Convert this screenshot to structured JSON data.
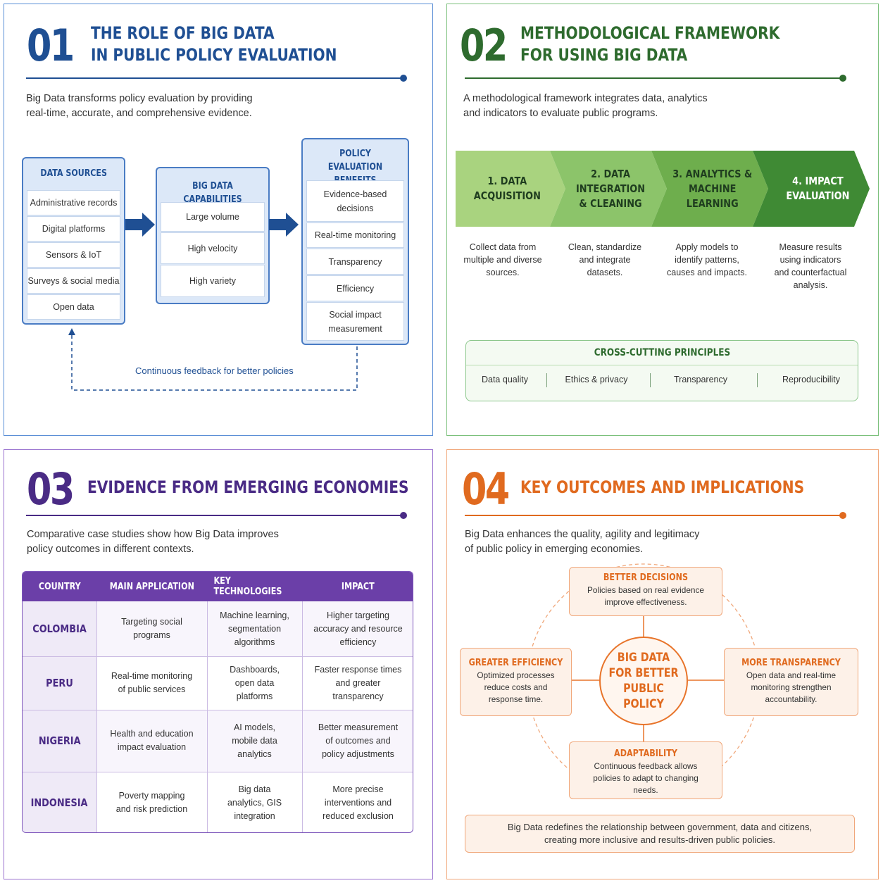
{
  "colors": {
    "blue": "#1f4f93",
    "green": "#2e6b2e",
    "purple": "#4a2b85",
    "orange": "#e06a1f"
  },
  "panel1": {
    "number": "01",
    "title_line1": "THE ROLE OF BIG DATA",
    "title_line2": "IN PUBLIC POLICY EVALUATION",
    "intro_line1": "Big Data transforms policy evaluation by providing",
    "intro_line2": "real-time, accurate, and comprehensive evidence.",
    "sources": {
      "title": "DATA SOURCES",
      "items": [
        "Administrative records",
        "Digital platforms",
        "Sensors & IoT",
        "Surveys & social media",
        "Open data"
      ]
    },
    "capabilities": {
      "title": "BIG DATA CAPABILITIES",
      "items": [
        "Large volume",
        "High velocity",
        "High variety"
      ]
    },
    "benefits": {
      "title_line1": "POLICY EVALUATION",
      "title_line2": "BENEFITS",
      "items": [
        {
          "l1": "Evidence-based",
          "l2": "decisions"
        },
        {
          "l1": "Real-time monitoring",
          "l2": ""
        },
        {
          "l1": "Transparency",
          "l2": ""
        },
        {
          "l1": "Efficiency",
          "l2": ""
        },
        {
          "l1": "Social impact",
          "l2": "measurement"
        }
      ]
    },
    "feedback": "Continuous feedback for better policies"
  },
  "panel2": {
    "number": "02",
    "title_line1": "METHODOLOGICAL FRAMEWORK",
    "title_line2": "FOR USING BIG DATA",
    "intro_line1": "A methodological framework integrates data, analytics",
    "intro_line2": "and indicators to evaluate public programs.",
    "steps": [
      {
        "lines": [
          "1. DATA",
          "ACQUISITION"
        ],
        "desc": [
          "Collect data from",
          "multiple and diverse",
          "sources."
        ]
      },
      {
        "lines": [
          "2. DATA",
          "INTEGRATION",
          "& CLEANING"
        ],
        "desc": [
          "Clean, standardize",
          "and integrate",
          "datasets."
        ]
      },
      {
        "lines": [
          "3. ANALYTICS &",
          "MACHINE",
          "LEARNING"
        ],
        "desc": [
          "Apply models to",
          "identify patterns,",
          "causes and impacts."
        ]
      },
      {
        "lines": [
          "4. IMPACT",
          "EVALUATION"
        ],
        "desc": [
          "Measure results",
          "using indicators",
          "and counterfactual",
          "analysis."
        ]
      }
    ],
    "principles": {
      "title": "CROSS-CUTTING PRINCIPLES",
      "items": [
        "Data quality",
        "Ethics & privacy",
        "Transparency",
        "Reproducibility"
      ]
    }
  },
  "panel3": {
    "number": "03",
    "title": "EVIDENCE FROM EMERGING ECONOMIES",
    "intro_line1": "Comparative case studies show how Big Data improves",
    "intro_line2": "policy outcomes in different contexts.",
    "headers": [
      "COUNTRY",
      "MAIN APPLICATION",
      "KEY TECHNOLOGIES",
      "IMPACT"
    ],
    "rows": [
      {
        "country": "COLOMBIA",
        "app": [
          "Targeting social",
          "programs"
        ],
        "tech": [
          "Machine learning,",
          "segmentation",
          "algorithms"
        ],
        "impact": [
          "Higher targeting",
          "accuracy and resource",
          "efficiency"
        ]
      },
      {
        "country": "PERU",
        "app": [
          "Real-time monitoring",
          "of public services"
        ],
        "tech": [
          "Dashboards,",
          "open data",
          "platforms"
        ],
        "impact": [
          "Faster response times",
          "and greater",
          "transparency"
        ]
      },
      {
        "country": "NIGERIA",
        "app": [
          "Health and education",
          "impact evaluation"
        ],
        "tech": [
          "AI models,",
          "mobile data",
          "analytics"
        ],
        "impact": [
          "Better measurement",
          "of outcomes and",
          "policy adjustments"
        ]
      },
      {
        "country": "INDONESIA",
        "app": [
          "Poverty mapping",
          "and risk prediction"
        ],
        "tech": [
          "Big data",
          "analytics, GIS",
          "integration"
        ],
        "impact": [
          "More precise",
          "interventions and",
          "reduced exclusion"
        ]
      }
    ]
  },
  "panel4": {
    "number": "04",
    "title": "KEY OUTCOMES AND IMPLICATIONS",
    "intro_line1": "Big Data enhances the quality, agility and legitimacy",
    "intro_line2": "of public policy in emerging economies.",
    "center": [
      "BIG DATA",
      "FOR BETTER",
      "PUBLIC POLICY"
    ],
    "top": {
      "title": "BETTER DECISIONS",
      "text": [
        "Policies based on real evidence",
        "improve effectiveness."
      ]
    },
    "left": {
      "title": "GREATER EFFICIENCY",
      "text": [
        "Optimized processes",
        "reduce costs and",
        "response time."
      ]
    },
    "right": {
      "title": "MORE TRANSPARENCY",
      "text": [
        "Open data and real-time",
        "monitoring strengthen",
        "accountability."
      ]
    },
    "bottom": {
      "title": "ADAPTABILITY",
      "text": [
        "Continuous feedback allows",
        "policies to adapt to changing",
        "needs."
      ]
    },
    "footer_line1": "Big Data redefines the relationship between government, data and citizens,",
    "footer_line2": "creating more inclusive and results-driven public policies."
  }
}
